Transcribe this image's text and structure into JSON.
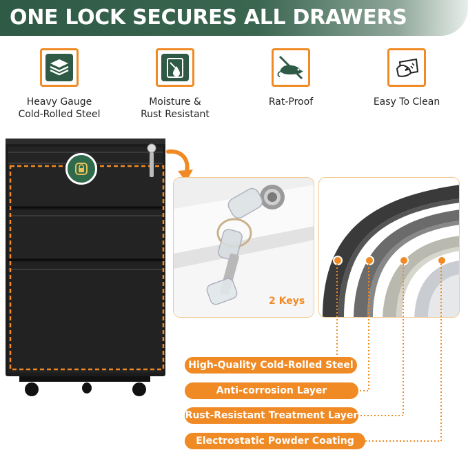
{
  "banner": {
    "title": "ONE LOCK SECURES ALL DRAWERS"
  },
  "features": [
    {
      "icon": "layers-icon",
      "line1": "Heavy Gauge",
      "line2": "Cold-Rolled Steel"
    },
    {
      "icon": "moisture-icon",
      "line1": "Moisture &",
      "line2": "Rust Resistant"
    },
    {
      "icon": "no-rat-icon",
      "line1": "Rat-Proof",
      "line2": ""
    },
    {
      "icon": "wipe-clean-icon",
      "line1": "Easy To Clean",
      "line2": ""
    }
  ],
  "lock_photo": {
    "caption": "2 Keys"
  },
  "layers": [
    {
      "label": "High-Quality Cold-Rolled Steel"
    },
    {
      "label": "Anti-corrosion Layer"
    },
    {
      "label": "Rust-Resistant Treatment Layer"
    },
    {
      "label": "Electrostatic Powder Coating"
    }
  ],
  "colors": {
    "accent": "#f08a24",
    "banner": "#2f5a45",
    "cabinet": "#1c1c1c"
  }
}
